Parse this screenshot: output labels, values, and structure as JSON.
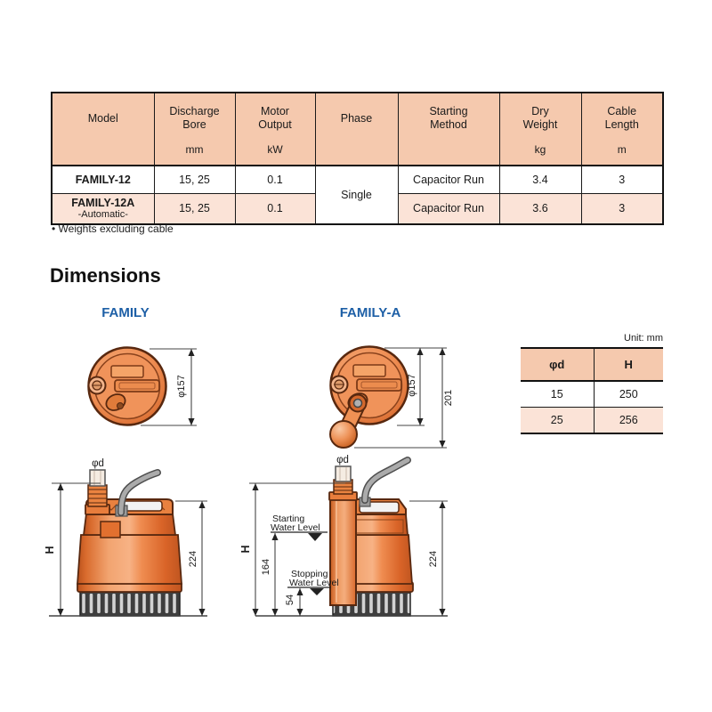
{
  "colors": {
    "table_header_bg": "#f5c9ae",
    "table_alt_row_bg": "#fbe3d7",
    "label_blue": "#1d5fa6",
    "pump_orange": "#ee8447"
  },
  "spec_table": {
    "columns": [
      {
        "label": "Model",
        "unit": ""
      },
      {
        "label": "Discharge\nBore",
        "unit": "mm"
      },
      {
        "label": "Motor\nOutput",
        "unit": "kW"
      },
      {
        "label": "Phase",
        "unit": ""
      },
      {
        "label": "Starting\nMethod",
        "unit": ""
      },
      {
        "label": "Dry\nWeight",
        "unit": "kg"
      },
      {
        "label": "Cable\nLength",
        "unit": "m"
      }
    ],
    "phase_merged": "Single",
    "rows": [
      {
        "model": "FAMILY-12",
        "model_sub": "",
        "discharge_bore": "15, 25",
        "motor_output": "0.1",
        "starting_method": "Capacitor Run",
        "dry_weight": "3.4",
        "cable_length": "3"
      },
      {
        "model": "FAMILY-12A",
        "model_sub": "-Automatic-",
        "discharge_bore": "15, 25",
        "motor_output": "0.1",
        "starting_method": "Capacitor Run",
        "dry_weight": "3.6",
        "cable_length": "3"
      }
    ],
    "note": "• Weights excluding cable"
  },
  "dimensions_section": {
    "heading": "Dimensions",
    "left_drawing_label": "FAMILY",
    "right_drawing_label": "FAMILY-A",
    "family": {
      "top_view": {
        "diameter": "φ157"
      },
      "side_view": {
        "outlet": "φd",
        "total_height": "H",
        "body_height": "224"
      }
    },
    "family_a": {
      "top_view": {
        "diameter": "φ157",
        "overall_length": "201"
      },
      "side_view": {
        "outlet": "φd",
        "total_height": "H",
        "body_height": "224",
        "starting_level_line1": "Starting",
        "starting_level_line2": "Water Level",
        "starting_height": "164",
        "stopping_level_line1": "Stopping",
        "stopping_level_line2": "Water Level",
        "stopping_height": "54"
      }
    },
    "dim_table": {
      "unit_note": "Unit: mm",
      "col1_header": "φd",
      "col2_header": "H",
      "rows": [
        {
          "d": "15",
          "h": "250"
        },
        {
          "d": "25",
          "h": "256"
        }
      ]
    }
  }
}
